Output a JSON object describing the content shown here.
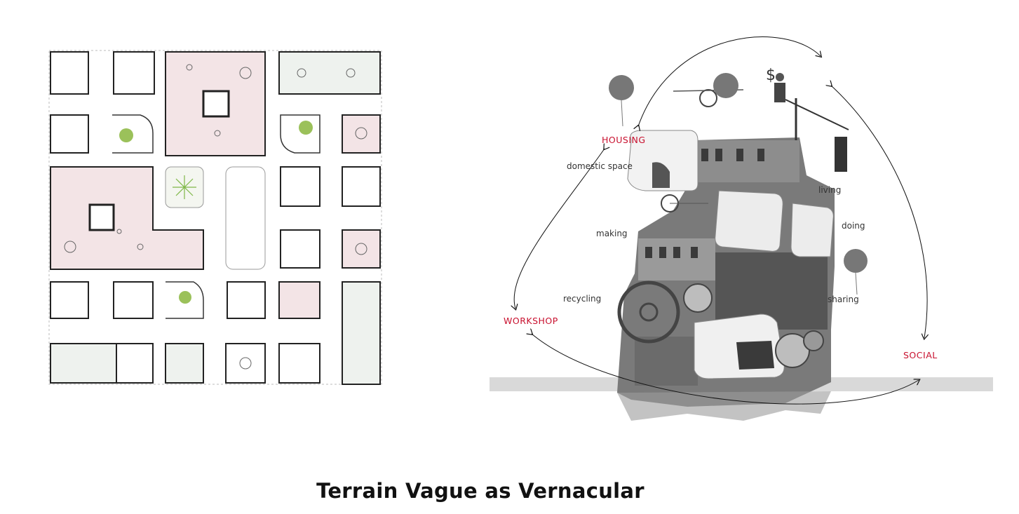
{
  "title": "Terrain Vague as Vernacular",
  "diagram": {
    "categories": {
      "housing": "HOUSING",
      "workshop": "WORKSHOP",
      "social": "SOCIAL"
    },
    "activities": {
      "domestic_space": "domestic space",
      "living": "living",
      "making": "making",
      "doing": "doing",
      "recycling": "recycling",
      "sharing": "sharing"
    },
    "colors": {
      "category_text": "#c8102e",
      "plan_highlight": "#f3e4e6",
      "plan_green": "#eef2ee",
      "ground": "#d9d9d9"
    }
  }
}
